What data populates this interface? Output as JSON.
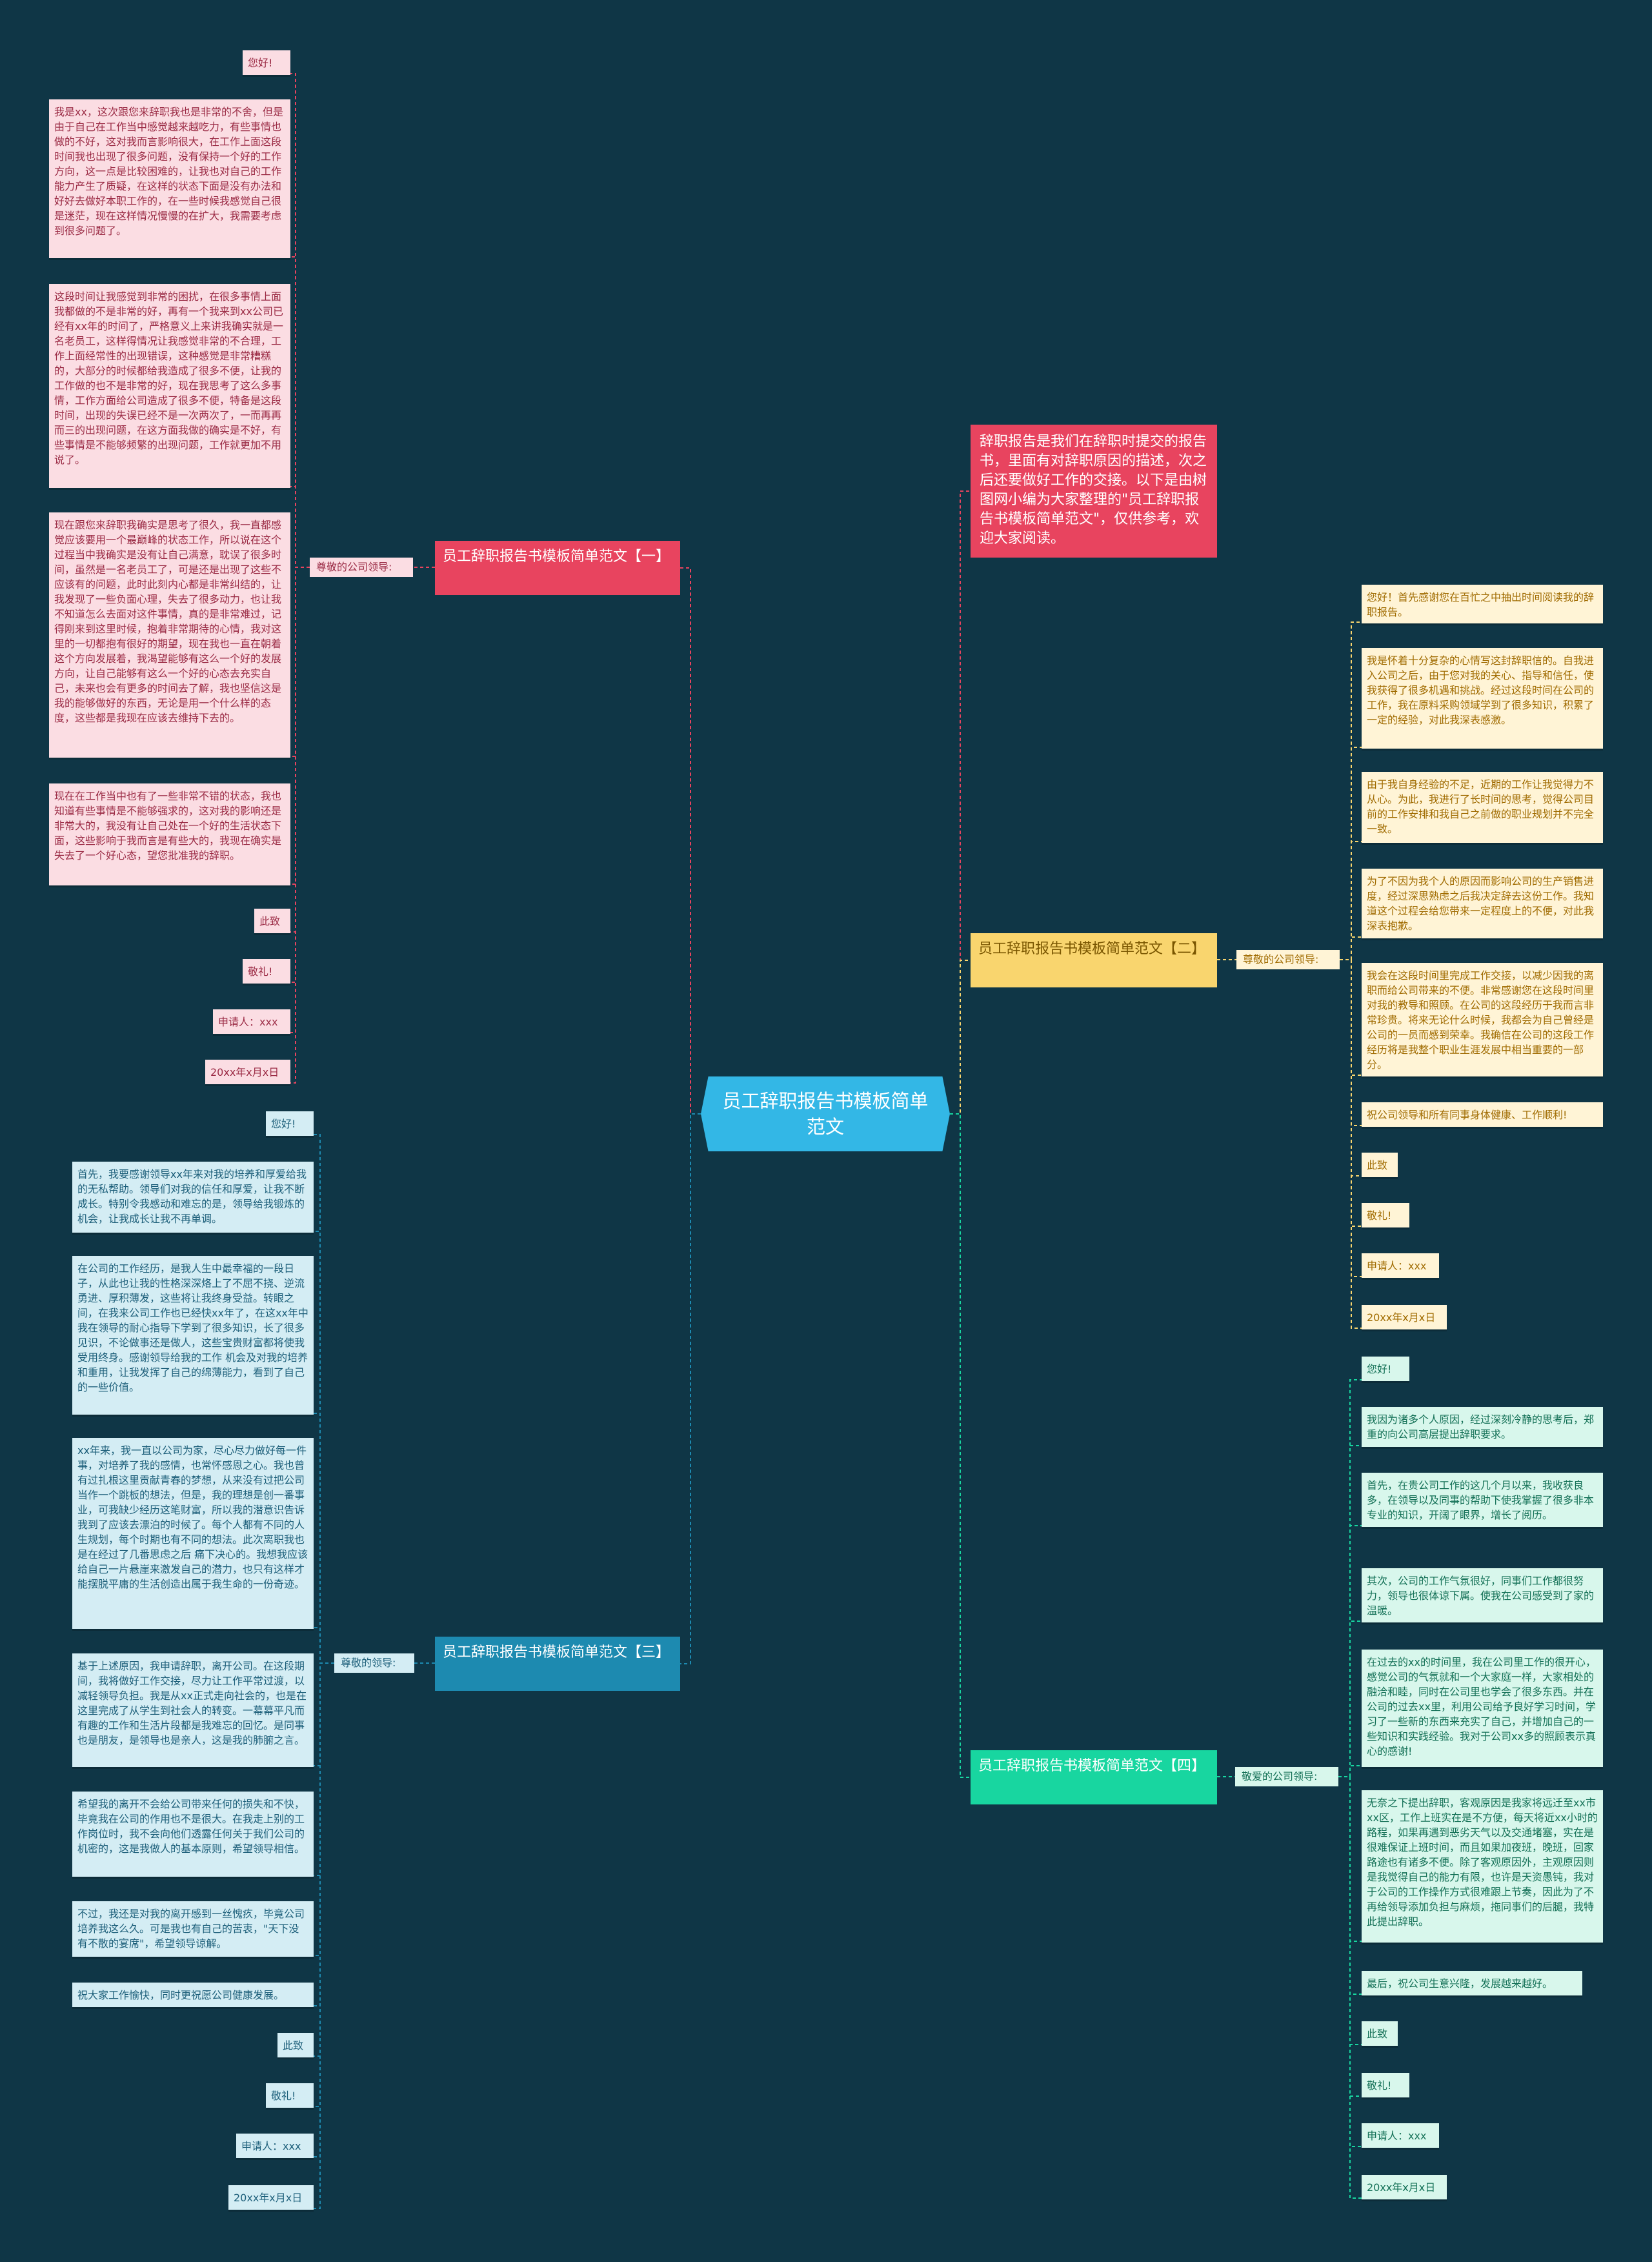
{
  "center": "员工辞职报告书模板简单范文",
  "intro": "辞职报告是我们在辞职时提交的报告书，里面有对辞职原因的描述，次之后还要做好工作的交接。以下是由树图网小编为大家整理的\"员工辞职报告书模板简单范文\"，仅供参考，欢迎大家阅读。",
  "branches": [
    {
      "label": "员工辞职报告书模板简单范文【一】",
      "salutation": "尊敬的公司领导:",
      "leaves": [
        "您好!",
        "我是xx，这次跟您来辞职我也是非常的不舍，但是由于自己在工作当中感觉越来越吃力，有些事情也做的不好，这对我而言影响很大，在工作上面这段时间我也出现了很多问题，没有保持一个好的工作方向，这一点是比较困难的，让我也对自己的工作能力产生了质疑，在这样的状态下面是没有办法和好好去做好本职工作的，在一些时候我感觉自己很是迷茫，现在这样情况慢慢的在扩大，我需要考虑到很多问题了。",
        "这段时间让我感觉到非常的困扰，在很多事情上面我都做的不是非常的好，再有一个我来到xx公司已经有xx年的时间了，严格意义上来讲我确实就是一名老员工，这样得情况让我感觉非常的不合理，工作上面经常性的出现错误，这种感觉是非常糟糕的，大部分的时候都给我造成了很多不便，让我的工作做的也不是非常的好，现在我思考了这么多事情，工作方面给公司造成了很多不便，特备是这段时间，出现的失误已经不是一次两次了，一而再再而三的出现问题，在这方面我做的确实是不好，有些事情是不能够频繁的出现问题，工作就更加不用说了。",
        "现在跟您来辞职我确实是思考了很久，我一直都感觉应该要用一个最巅峰的状态工作，所以说在这个过程当中我确实是没有让自己满意，耽误了很多时间，虽然是一名老员工了，可是还是出现了这些不应该有的问题，此时此刻内心都是非常纠结的，让我发现了一些负面心理，失去了很多动力，也让我不知道怎么去面对这件事情，真的是非常难过，记得刚来到这里时候，抱着非常期待的心情，我对这里的一切都抱有很好的期望，现在我也一直在朝着这个方向发展着，我渴望能够有这么一个好的发展方向，让自己能够有这么一个好的心态去充实自己，未来也会有更多的时间去了解，我也坚信这是我的能够做好的东西，无论是用一个什么样的态度，这些都是我现在应该去维持下去的。",
        "现在在工作当中也有了一些非常不错的状态，我也知道有些事情是不能够强求的，这对我的影响还是非常大的，我没有让自己处在一个好的生活状态下面，这些影响于我而言是有些大的，我现在确实是失去了一个好心态，望您批准我的辞职。",
        "此致",
        "敬礼!",
        "申请人：xxx",
        "20xx年x月x日"
      ]
    },
    {
      "label": "员工辞职报告书模板简单范文【二】",
      "salutation": "尊敬的公司领导:",
      "leaves": [
        "您好！首先感谢您在百忙之中抽出时间阅读我的辞职报告。",
        "我是怀着十分复杂的心情写这封辞职信的。自我进入公司之后，由于您对我的关心、指导和信任，使我获得了很多机遇和挑战。经过这段时间在公司的工作，我在原料采购领域学到了很多知识，积累了一定的经验，对此我深表感激。",
        "由于我自身经验的不足，近期的工作让我觉得力不从心。为此，我进行了长时间的思考，觉得公司目前的工作安排和我自己之前做的职业规划并不完全一致。",
        "为了不因为我个人的原因而影响公司的生产销售进度，经过深思熟虑之后我决定辞去这份工作。我知道这个过程会给您带来一定程度上的不便，对此我深表抱歉。",
        "我会在这段时间里完成工作交接，以减少因我的离职而给公司带来的不便。非常感谢您在这段时间里对我的教导和照顾。在公司的这段经历于我而言非常珍贵。将来无论什么时候，我都会为自己曾经是公司的一员而感到荣幸。我确信在公司的这段工作经历将是我整个职业生涯发展中相当重要的一部分。",
        "祝公司领导和所有同事身体健康、工作顺利!",
        "此致",
        "敬礼!",
        "申请人：xxx",
        "20xx年x月x日"
      ]
    },
    {
      "label": "员工辞职报告书模板简单范文【三】",
      "salutation": "尊敬的领导:",
      "leaves": [
        "您好!",
        "首先，我要感谢领导xx年来对我的培养和厚爱给我的无私帮助。领导们对我的信任和厚爱，让我不断成长。特别令我感动和难忘的是，领导给我锻炼的机会，让我成长让我不再单调。",
        "在公司的工作经历，是我人生中最幸福的一段日子，从此也让我的性格深深烙上了不屈不挠、逆流勇进、厚积薄发，这些将让我终身受益。转眼之间，在我来公司工作也已经快xx年了，在这xx年中我在领导的耐心指导下学到了很多知识，长了很多见识，不论做事还是做人，这些宝贵财富都将使我受用终身。感谢领导给我的工作 机会及对我的培养和重用，让我发挥了自己的绵薄能力，看到了自己的一些价值。",
        "xx年来，我一直以公司为家，尽心尽力做好每一件事，对培养了我的感情，也常怀感恩之心。我也曾有过扎根这里贡献青春的梦想，从来没有过把公司当作一个跳板的想法，但是，我的理想是创一番事业，可我缺少经历这笔财富，所以我的潜意识告诉我到了应该去漂泊的时候了。每个人都有不同的人生规划，每个时期也有不同的想法。此次离职我也是在经过了几番思虑之后 痛下决心的。我想我应该给自己一片悬崖来激发自己的潜力，也只有这样才能摆脱平庸的生活创造出属于我生命的一份奇迹。",
        "基于上述原因，我申请辞职，离开公司。在这段期间，我将做好工作交接，尽力让工作平常过渡，以减轻领导负担。我是从xx正式走向社会的，也是在这里完成了从学生到社会人的转变。一幕幕平凡而有趣的工作和生活片段都是我难忘的回忆。是同事也是朋友，是领导也是亲人，这是我的肺腑之言。",
        "希望我的离开不会给公司带来任何的损失和不快，毕竟我在公司的作用也不是很大。在我走上别的工作岗位时，我不会向他们透露任何关于我们公司的机密的，这是我做人的基本原则，希望领导相信。",
        "不过，我还是对我的离开感到一丝愧疚，毕竟公司培养我这么久。可是我也有自己的苦衷，\"天下没有不散的宴席\"，希望领导谅解。",
        "祝大家工作愉快，同时更祝愿公司健康发展。",
        "此致",
        "敬礼!",
        "申请人：xxx",
        "20xx年x月x日"
      ]
    },
    {
      "label": "员工辞职报告书模板简单范文【四】",
      "salutation": "敬爱的公司领导:",
      "leaves": [
        "您好!",
        "我因为诸多个人原因，经过深刻冷静的思考后，郑重的向公司高层提出辞职要求。",
        "首先，在贵公司工作的这几个月以来，我收获良多，在领导以及同事的帮助下使我掌握了很多非本专业的知识，开阔了眼界，增长了阅历。",
        "其次，公司的工作气氛很好，同事们工作都很努力，领导也很体谅下属。使我在公司感受到了家的温暖。",
        "在过去的xx的时间里，我在公司里工作的很开心，感觉公司的气氛就和一个大家庭一样，大家相处的融洽和睦，同时在公司里也学会了很多东西。并在公司的过去xx里，利用公司给予良好学习时间，学习了一些新的东西来充实了自己，并增加自己的一些知识和实践经验。我对于公司xx多的照顾表示真心的感谢!",
        "无奈之下提出辞职，客观原因是我家将远迁至xx市xx区，工作上班实在是不方便，每天将近xx小时的路程，如果再遇到恶劣天气以及交通堵塞，实在是很难保证上班时间，而且如果加夜班，晚班，回家路途也有诸多不便。除了客观原因外，主观原因则是我觉得自己的能力有限，也许是天资愚钝，我对于公司的工作操作方式很难跟上节奏，因此为了不再给领导添加负担与麻烦，拖同事们的后腿，我特此提出辞职。",
        "最后，祝公司生意兴隆，发展越来越好。",
        "此致",
        "敬礼!",
        "申请人：xxx",
        "20xx年x月x日"
      ]
    }
  ],
  "colors": {
    "background": "#0f3646",
    "center": "#33b7e6",
    "intro": "#e8445f",
    "branch1": "#e8445f",
    "branch2": "#f9d56e",
    "branch3": "#1d8ab0",
    "branch4": "#18d6a0"
  }
}
